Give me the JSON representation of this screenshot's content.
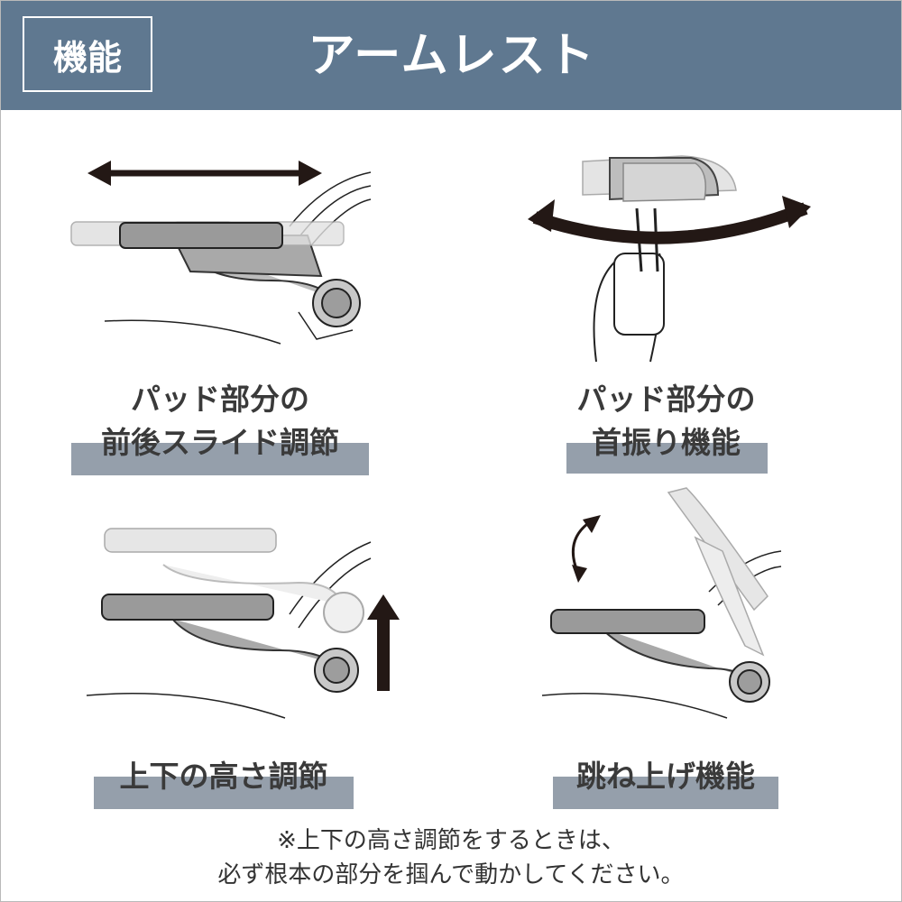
{
  "header": {
    "badge": "機能",
    "title": "アームレスト",
    "color": "#5f7890"
  },
  "features": [
    {
      "line1": "パッド部分の",
      "line2": "前後スライド調節",
      "icon": "slide-illustration"
    },
    {
      "line1": "パッド部分の",
      "line2": "首振り機能",
      "icon": "swivel-illustration"
    },
    {
      "line1": "上下の高さ調節",
      "icon": "height-illustration"
    },
    {
      "line1": "跳ね上げ機能",
      "icon": "flip-up-illustration"
    }
  ],
  "note": {
    "line1": "※上下の高さ調節をするときは、",
    "line2": "必ず根本の部分を掴んで動かしてください。"
  },
  "colors": {
    "label_bar": "#959fab",
    "arrow": "#231815",
    "pad": "#9a9a9a",
    "pad_ghost": "#d6d6d6"
  }
}
